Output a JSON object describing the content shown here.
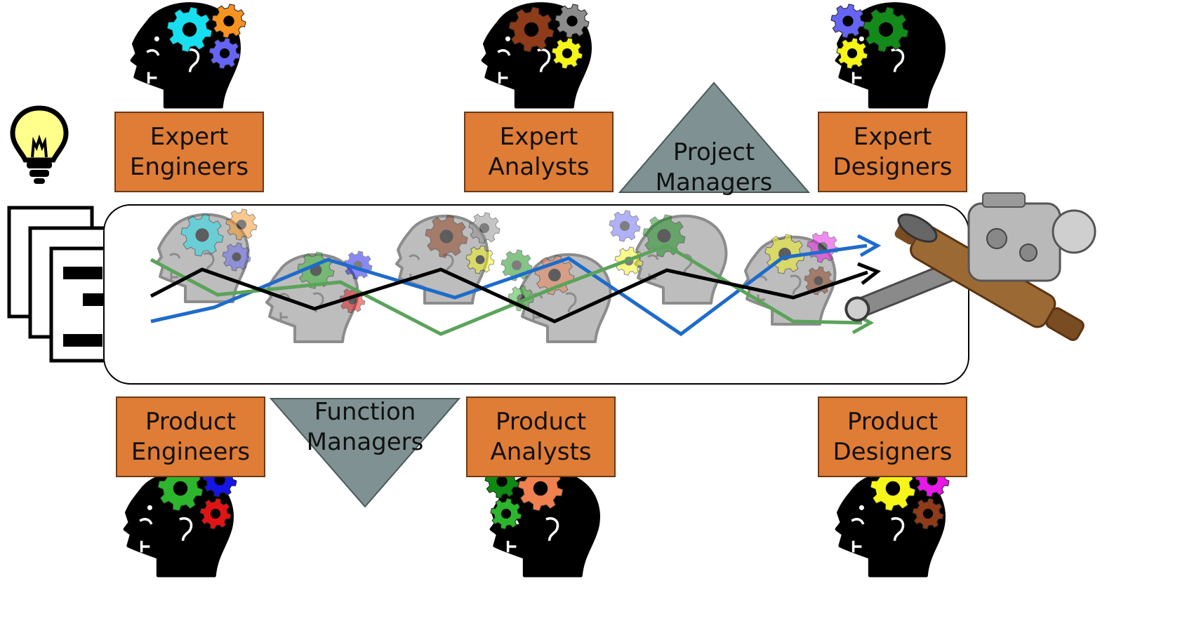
{
  "colors": {
    "role_box": "#DF7C36",
    "manager_triangle": "#7F9192",
    "line_blue": "#1E6BCB",
    "line_black": "#000000",
    "line_green": "#5BA35A"
  },
  "expert_roles": [
    {
      "line1": "Expert",
      "line2": "Engineers",
      "gears": [
        "#18DFEF",
        "#F79320",
        "#6565F5"
      ]
    },
    {
      "line1": "Expert",
      "line2": "Analysts",
      "gears": [
        "#8E3B1A",
        "#8C8C8C",
        "#F5F518"
      ]
    },
    {
      "line1": "Expert",
      "line2": "Designers",
      "gears": [
        "#6565F5",
        "#138A1A",
        "#F5F518"
      ]
    }
  ],
  "product_roles": [
    {
      "line1": "Product",
      "line2": "Engineers",
      "gears": [
        "#2DB52D",
        "#1515E8",
        "#E01414"
      ]
    },
    {
      "line1": "Product",
      "line2": "Analysts",
      "gears": [
        "#0E8A12",
        "#F08050",
        "#2DB52D"
      ]
    },
    {
      "line1": "Product",
      "line2": "Designers",
      "gears": [
        "#F5F518",
        "#E818E8",
        "#8E3B1A"
      ]
    }
  ],
  "managers": [
    {
      "line1": "Project",
      "line2": "Managers",
      "direction": "up"
    },
    {
      "line1": "Function",
      "line2": "Managers",
      "direction": "down"
    }
  ],
  "icons": [
    "lightbulb-icon",
    "document-stack-icon",
    "machine-part-icon",
    "thinking-head-icon",
    "gear-icon"
  ]
}
